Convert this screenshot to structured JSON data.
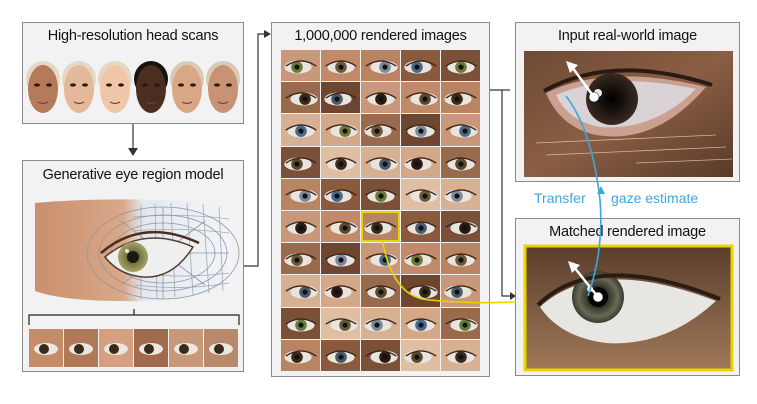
{
  "panels": {
    "head_scans": {
      "title": "High-resolution head scans"
    },
    "eye_model": {
      "title": "Generative eye region model"
    },
    "rendered": {
      "title": "1,000,000 rendered images"
    },
    "input": {
      "title": "Input real-world image"
    },
    "matched": {
      "title": "Matched  rendered image"
    }
  },
  "annotations": {
    "transfer": "Transfer",
    "gaze": "gaze estimate"
  },
  "colors": {
    "highlight": "#e8d400",
    "transfer_arrow": "#3aa8e0",
    "connector": "#333333",
    "panel_bg": "#f2f2f2",
    "panel_border": "#8a8a8a"
  },
  "grid": {
    "rows": 10,
    "cols": 5,
    "highlight_row": 5,
    "highlight_col": 2
  }
}
